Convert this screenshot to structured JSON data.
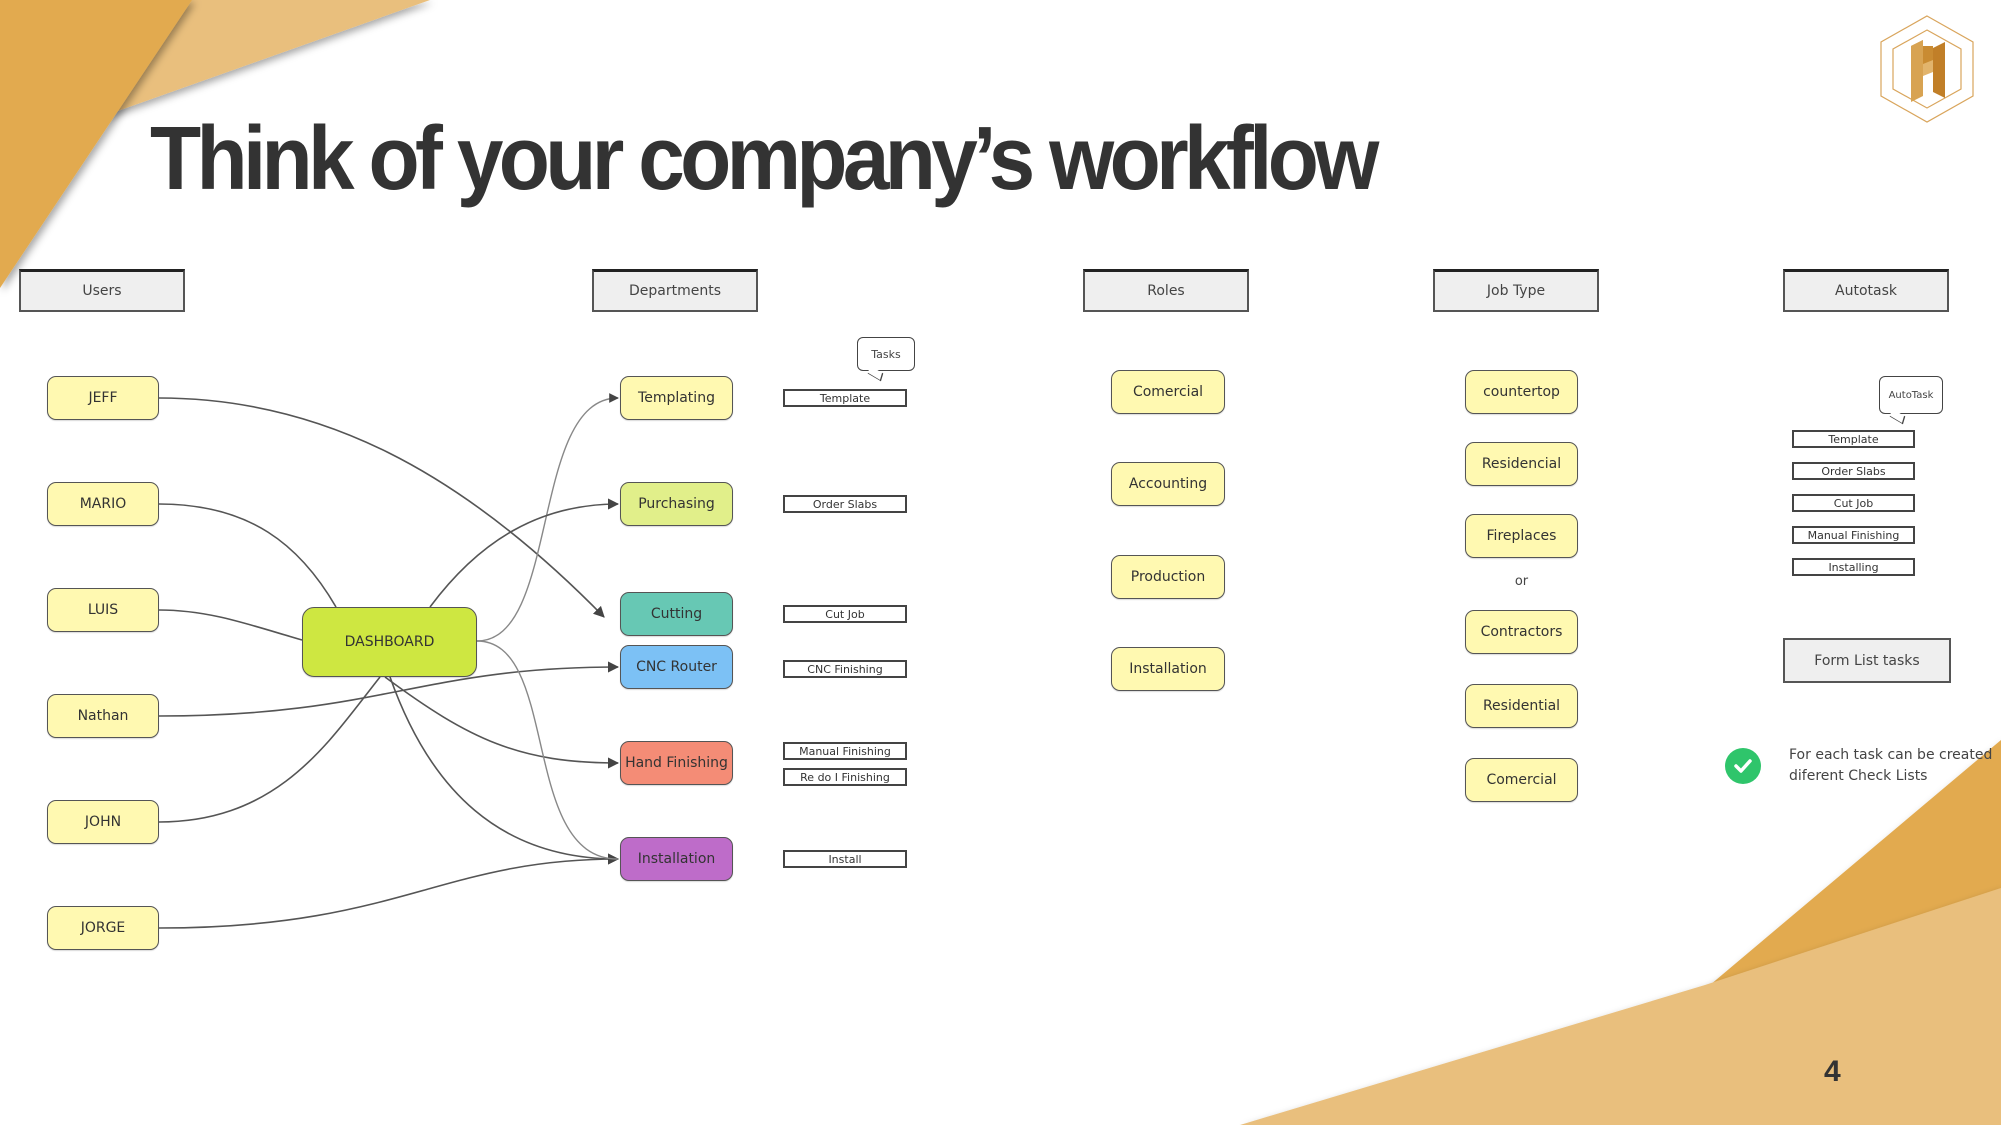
{
  "slide": {
    "title": "Think of your company’s workflow",
    "page_number": "4",
    "colors": {
      "accent_dark": "#e2aa4f",
      "accent_light": "#e9bf7d",
      "title_text": "#333333"
    },
    "logo": {
      "icon": "hexagon-h-logo-icon"
    }
  },
  "columns": {
    "users": "Users",
    "departments": "Departments",
    "roles": "Roles",
    "job_type": "Job Type",
    "autotask": "Autotask"
  },
  "users": [
    "JEFF",
    "MARIO",
    "LUIS",
    "Nathan",
    "JOHN",
    "JORGE"
  ],
  "hub": {
    "label": "DASHBOARD",
    "color": "#cee741"
  },
  "departments": [
    {
      "label": "Templating",
      "color": "#fff9b1",
      "tasks": [
        "Template"
      ]
    },
    {
      "label": "Purchasing",
      "color": "#e1ef8a",
      "tasks": [
        "Order Slabs"
      ]
    },
    {
      "label": "Cutting",
      "color": "#67c8b4",
      "tasks": [
        "Cut Job"
      ]
    },
    {
      "label": "CNC Router",
      "color": "#7cc1f5",
      "tasks": [
        "CNC Finishing"
      ]
    },
    {
      "label": "Hand Finishing",
      "color": "#f48c76",
      "tasks": [
        "Manual Finishing",
        "Re do I Finishing"
      ]
    },
    {
      "label": "Installation",
      "color": "#be6cc9",
      "tasks": [
        "Install"
      ]
    }
  ],
  "tasks_callout": "Tasks",
  "roles": [
    "Comercial",
    "Accounting",
    "Production",
    "Installation"
  ],
  "job_types": [
    "countertop",
    "Residencial",
    "Fireplaces",
    "Contractors",
    "Residential",
    "Comercial"
  ],
  "job_type_separator": "or",
  "autotask": {
    "callout": "AutoTask",
    "items": [
      "Template",
      "Order Slabs",
      "Cut Job",
      "Manual Finishing",
      "Installing"
    ],
    "form_list": "Form List  tasks",
    "note_line1": "For each task can be created",
    "note_line2": "diferent Check Lists",
    "note_icon": "check-circle-icon"
  },
  "connections": [
    {
      "from": "JEFF",
      "to": "Cutting"
    },
    {
      "from": "MARIO",
      "to": "DASHBOARD"
    },
    {
      "from": "LUIS",
      "to": "DASHBOARD"
    },
    {
      "from": "Nathan",
      "to": "CNC Router"
    },
    {
      "from": "JOHN",
      "to": "DASHBOARD"
    },
    {
      "from": "JORGE",
      "to": "Installation"
    },
    {
      "from": "DASHBOARD",
      "to": "Templating"
    },
    {
      "from": "DASHBOARD",
      "to": "Purchasing"
    },
    {
      "from": "DASHBOARD",
      "to": "Hand Finishing"
    },
    {
      "from": "DASHBOARD",
      "to": "Installation"
    }
  ]
}
